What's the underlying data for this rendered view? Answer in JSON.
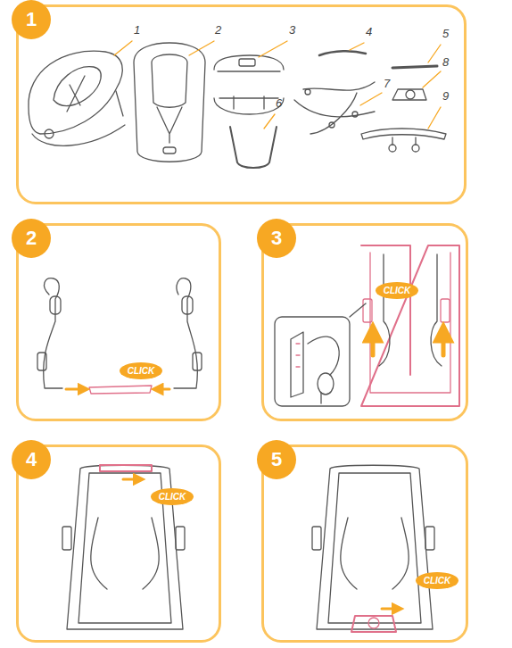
{
  "diagram": {
    "nodes": [
      {
        "text": [
          "1"
        ]
      },
      {
        "text": [
          "2"
        ]
      },
      {
        "text": [
          "CLICK"
        ],
        "in": 1
      },
      {
        "text": [
          "3"
        ]
      },
      {
        "text": [
          "CLICK"
        ],
        "in": 3
      },
      {
        "text": [
          "4"
        ]
      },
      {
        "text": [
          "CLICK"
        ],
        "in": 5
      },
      {
        "text": [
          "5"
        ]
      },
      {
        "text": [
          "CLICK"
        ],
        "in": 7
      }
    ],
    "labels": [
      "1",
      "2",
      "3",
      "4",
      "5",
      "8",
      "7",
      "9",
      "6"
    ]
  }
}
